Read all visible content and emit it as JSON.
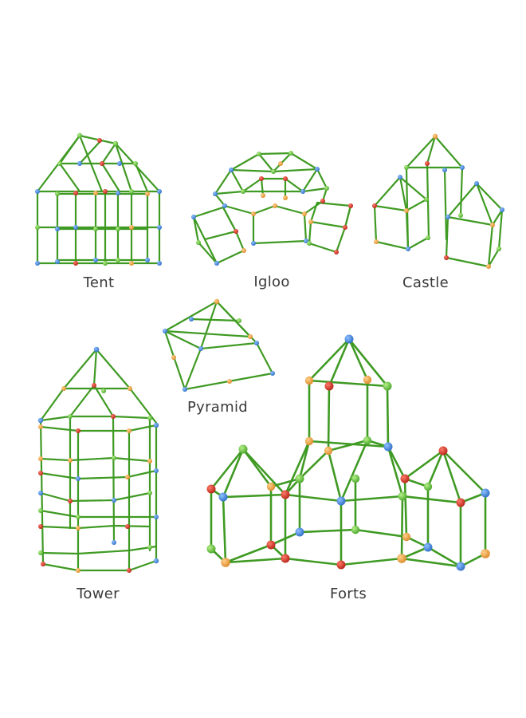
{
  "captions": {
    "tent": "Tent",
    "igloo": "Igloo",
    "castle": "Castle",
    "pyramid": "Pyramid",
    "tower": "Tower",
    "forts": "Forts"
  },
  "colors": {
    "background": "#ffffff",
    "rod": "#3f9a23",
    "connector_blue": "#3f86d9",
    "connector_green": "#6fd23a",
    "connector_red": "#d8392b",
    "connector_orange": "#f2a444",
    "caption_text": "#3a3a3a"
  }
}
